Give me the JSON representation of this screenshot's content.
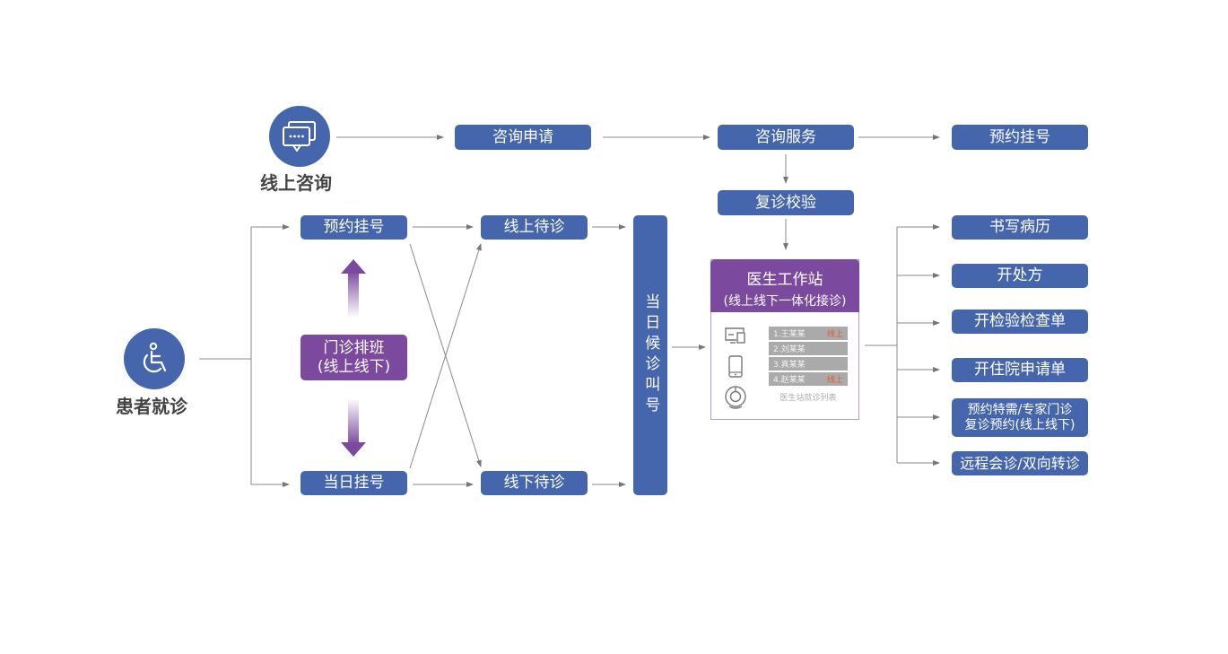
{
  "online_consult": {
    "label": "线上咨询",
    "icon": "chat-bubbles-icon",
    "steps": [
      "咨询申请",
      "咨询服务",
      "预约挂号"
    ],
    "followup": "复诊校验"
  },
  "patient": {
    "label": "患者就诊",
    "icon": "wheelchair-icon"
  },
  "registration": {
    "appointment": "预约挂号",
    "same_day": "当日挂号",
    "schedule": "门诊排班\n(线上线下)",
    "schedule_line1": "门诊排班",
    "schedule_line2": "(线上线下)"
  },
  "waiting": {
    "online": "线上待诊",
    "offline": "线下待诊",
    "queue": "当日候诊叫号"
  },
  "workstation": {
    "title": "医生工作站",
    "subtitle": "(线上线下一体化接诊)",
    "list": [
      {
        "name": "1.王某某",
        "tag": "线上"
      },
      {
        "name": "2.刘某某",
        "tag": ""
      },
      {
        "name": "3.真某某",
        "tag": ""
      },
      {
        "name": "4.赵某某",
        "tag": "线上"
      }
    ],
    "caption": "医生站就诊列表",
    "devices": [
      "desktop-icon",
      "tablet-icon",
      "camera-icon"
    ]
  },
  "outputs": [
    {
      "line1": "书写病历",
      "line2": ""
    },
    {
      "line1": "开处方",
      "line2": ""
    },
    {
      "line1": "开检验检查单",
      "line2": ""
    },
    {
      "line1": "开住院申请单",
      "line2": ""
    },
    {
      "line1": "预约特需/专家门诊",
      "line2": "复诊预约(线上线下)"
    },
    {
      "line1": "远程会诊/双向转诊",
      "line2": ""
    }
  ],
  "colors": {
    "blue": "#4565ad",
    "purple": "#7b4a9e",
    "tag": "#e85a2a"
  }
}
